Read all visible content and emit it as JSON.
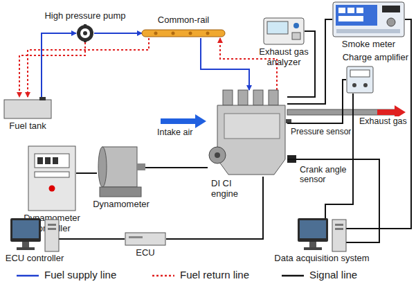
{
  "diagram": {
    "nodes": [
      {
        "text": [
          "High pressure pump"
        ]
      },
      {
        "text": [
          "Common-rail"
        ]
      },
      {
        "text": [
          "Exhaust gas analyzer"
        ]
      },
      {
        "text": [
          "Smoke meter"
        ]
      },
      {
        "text": [
          "Fuel tank"
        ]
      },
      {
        "text": [
          "Dynamometer controller"
        ]
      },
      {
        "text": [
          "Dynamometer"
        ]
      },
      {
        "text": [
          "DI CI engine"
        ]
      },
      {
        "text": [
          "Charge amplifier"
        ]
      },
      {
        "text": [
          "ECU controller"
        ]
      },
      {
        "text": [
          "ECU"
        ]
      },
      {
        "text": [
          "Data acquisition system"
        ]
      }
    ],
    "edges": [
      {
        "from": 4,
        "to": 0,
        "arrow": "to"
      },
      {
        "from": 0,
        "to": 1,
        "arrow": "to"
      },
      {
        "from": 1,
        "to": 7,
        "arrow": "to"
      },
      {
        "from": 7,
        "to": 1,
        "arrow": "to"
      },
      {
        "from": 1,
        "to": 4,
        "arrow": "to"
      },
      {
        "from": 0,
        "to": 4,
        "arrow": "to"
      },
      {
        "from": 7,
        "to": 2,
        "arrow": "none"
      },
      {
        "from": 7,
        "to": 3,
        "arrow": "none"
      },
      {
        "from": 3,
        "to": 11,
        "arrow": "none"
      },
      {
        "from": 7,
        "to": 8,
        "arrow": "none"
      },
      {
        "from": 8,
        "to": 11,
        "arrow": "none"
      },
      {
        "from": 7,
        "to": 11,
        "arrow": "none"
      },
      {
        "from": 6,
        "to": 7,
        "arrow": "none"
      },
      {
        "from": 5,
        "to": 6,
        "arrow": "none"
      },
      {
        "from": 9,
        "to": 10,
        "arrow": "none"
      },
      {
        "from": 10,
        "to": 7,
        "arrow": "none"
      }
    ],
    "labels": [
      "Intake air",
      "Exhaust gas",
      "Pressure sensor",
      "Crank angle sensor"
    ],
    "legend": [
      {
        "text": "Fuel supply line"
      },
      {
        "text": "Fuel return line"
      },
      {
        "text": "Signal line"
      }
    ]
  }
}
